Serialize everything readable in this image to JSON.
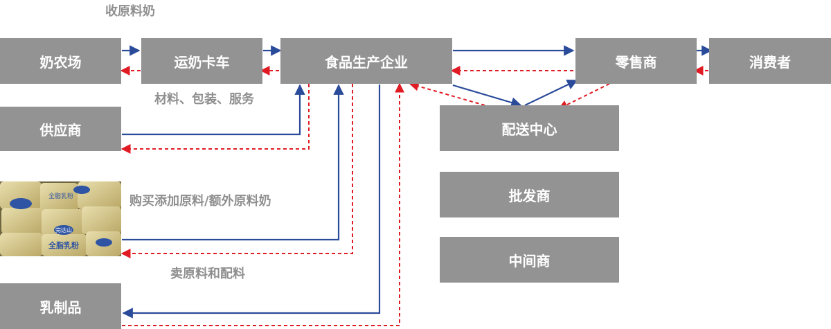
{
  "nodes": {
    "dairy_farm": "奶农场",
    "milk_truck": "运奶卡车",
    "food_producer": "食品生产企业",
    "retailer": "零售商",
    "consumer": "消费者",
    "supplier": "供应商",
    "distribution_center": "配送中心",
    "wholesaler": "批发商",
    "middleman": "中间商",
    "dairy_products": "乳制品"
  },
  "labels": {
    "collect_milk": "收原料奶",
    "materials_packaging_services": "材料、包装、服务",
    "buy_additives": "购买添加原料/额外原料奶",
    "sell_materials": "卖原料和配料"
  },
  "photo": {
    "brand_text": "完达山",
    "product_text": "全脂乳粉",
    "product_text_2": "全脂乳粉"
  },
  "colors": {
    "box": "#939393",
    "label": "#8f8f8f",
    "flow_goods": "#2a4a9a",
    "flow_money": "#e01b24"
  }
}
